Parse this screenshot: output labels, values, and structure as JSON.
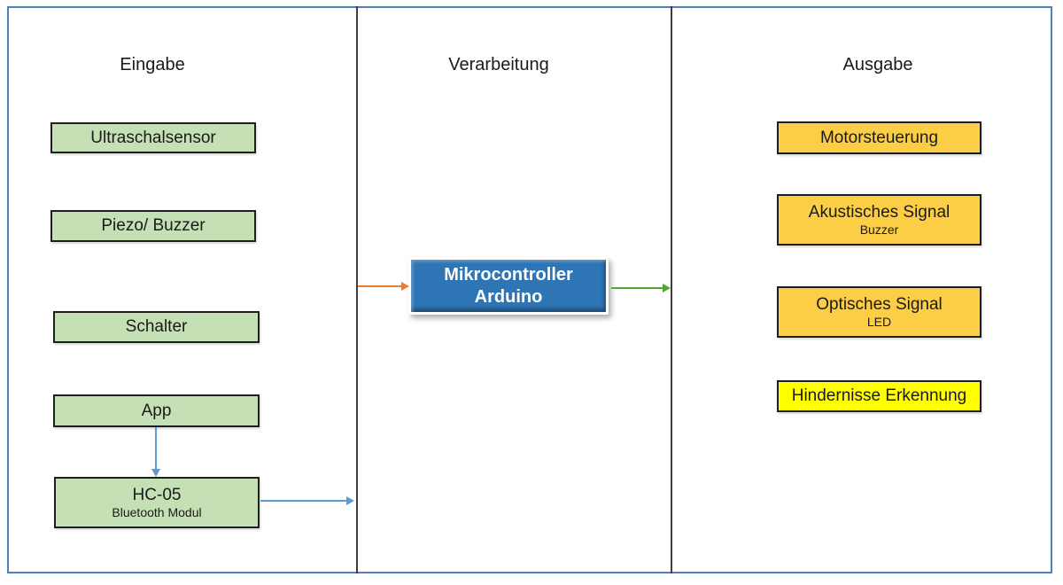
{
  "colors": {
    "frame_blue": "#4f81bd",
    "divider_gray": "#3f3f3f",
    "input_box_fill": "#c5e0b4",
    "output_box_fill": "#fbce45",
    "highlight_box_fill": "#ffff00",
    "processor_box_fill": "#2e75b6",
    "processor_text": "#ffffff",
    "box_border": "#1e1e1e",
    "arrow_blue": "#5b9bd5",
    "arrow_orange": "#ed7d31",
    "arrow_green": "#4ea72e",
    "text_color": "#1a1a1a"
  },
  "columns": [
    {
      "header": "Eingabe",
      "boxes": [
        {
          "label": "Ultraschalsensor"
        },
        {
          "label": "Piezo/ Buzzer"
        },
        {
          "label": "Schalter"
        },
        {
          "label": "App"
        },
        {
          "label": "HC-05",
          "sublabel": "Bluetooth Modul"
        }
      ]
    },
    {
      "header": "Verarbeitung",
      "boxes": [
        {
          "label": "Mikrocontroller",
          "label2": "Arduino"
        }
      ]
    },
    {
      "header": "Ausgabe",
      "boxes": [
        {
          "label": "Motorsteuerung"
        },
        {
          "label": "Akustisches Signal",
          "sublabel": "Buzzer"
        },
        {
          "label": "Optisches Signal",
          "sublabel": "LED"
        },
        {
          "label": "Hindernisse Erkennung"
        }
      ]
    }
  ],
  "connections": [
    {
      "from": "App",
      "to": "HC-05",
      "color": "blue",
      "direction": "down"
    },
    {
      "from": "HC-05",
      "to": "Verarbeitung column",
      "color": "blue",
      "direction": "right"
    },
    {
      "from": "Eingabe column",
      "to": "Mikrocontroller",
      "color": "orange",
      "direction": "right"
    },
    {
      "from": "Mikrocontroller",
      "to": "Ausgabe column",
      "color": "green",
      "direction": "right"
    }
  ]
}
